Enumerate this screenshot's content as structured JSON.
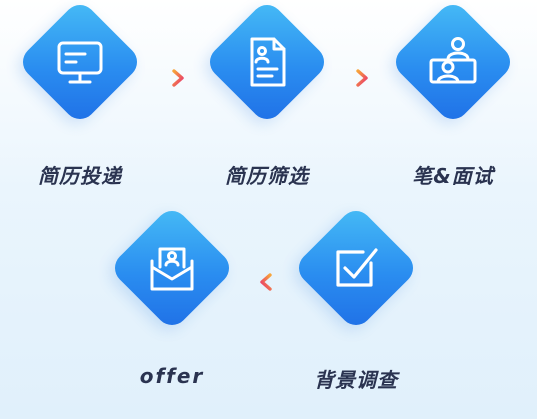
{
  "steps": {
    "resume_submit": {
      "label": "简历投递",
      "icon": "monitor-icon"
    },
    "resume_screen": {
      "label": "简历筛选",
      "icon": "resume-document-icon"
    },
    "interview": {
      "label": "笔&面试",
      "icon": "video-meeting-icon"
    },
    "background_check": {
      "label": "背景调查",
      "icon": "checkbox-icon"
    },
    "offer": {
      "label": "offer",
      "icon": "offer-envelope-icon"
    }
  },
  "colors": {
    "diamond_light": "#47bdf6",
    "diamond_dark": "#1f6fe6",
    "label_text": "#2a3350",
    "arrow_start": "#f7a43a",
    "arrow_end": "#e8356f"
  }
}
